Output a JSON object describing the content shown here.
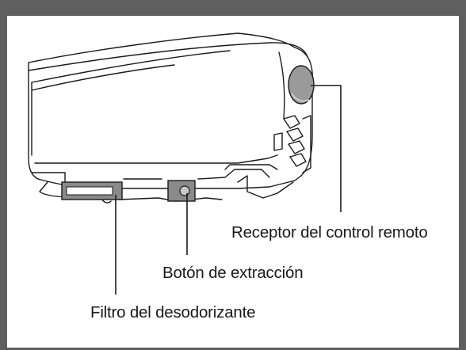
{
  "frame": {
    "border_color": "#5f5f5f"
  },
  "diagram": {
    "labels": {
      "receptor": "Receptor del control remoto",
      "boton": "Botón de extracción",
      "filtro": "Filtro del desodorizante"
    },
    "colors": {
      "line": "#1a1a1a",
      "part_fill": "#8a8a8a",
      "receptor_fill": "#9a9a9a"
    }
  }
}
